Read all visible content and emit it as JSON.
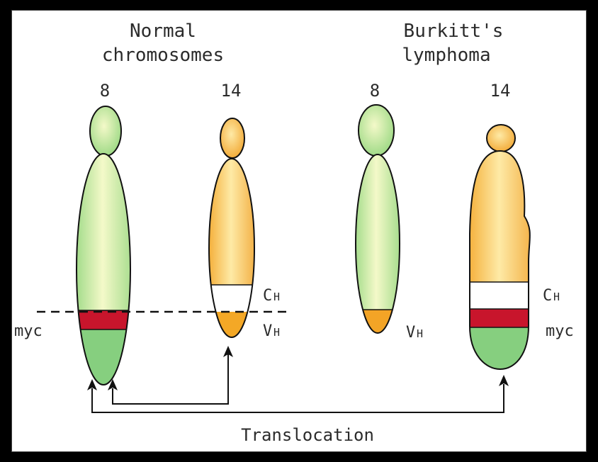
{
  "headings": {
    "normal_line1": "Normal",
    "normal_line2": "chromosomes",
    "burkitt_line1": "Burkitt's",
    "burkitt_line2": "lymphoma"
  },
  "chromosome_numbers": {
    "normal_8": "8",
    "normal_14": "14",
    "burkitt_8": "8",
    "burkitt_14": "14"
  },
  "labels": {
    "myc_left": "myc",
    "myc_right": "myc",
    "c_main": "C",
    "c_sub": "H",
    "v_main": "V",
    "v_sub": "H"
  },
  "footer": "Translocation",
  "colors": {
    "green_light": "#f3f8c8",
    "green_dark": "#8bd27a",
    "green_band": "#86cf7f",
    "orange_light": "#fde9a6",
    "orange_dark": "#f2a327",
    "red_band": "#c8152c",
    "outline": "#111111"
  }
}
